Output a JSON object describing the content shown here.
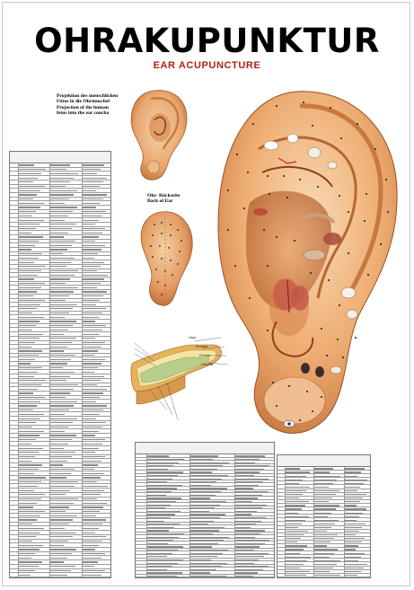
{
  "poster": {
    "title": "OHRAKUPUNKTUR",
    "subtitle": "EAR ACUPUNCTURE"
  },
  "captions": {
    "fetus": [
      "Projektion des menschlichen",
      "Fötus in die Ohrmuschel",
      "Projection of the human",
      "fetus into the ear concha"
    ],
    "back": [
      "Ohr- Rückseite",
      "Back of Ear"
    ]
  },
  "cartilage_labels": {
    "haut": "Haut",
    "knorpel": "Knorpel",
    "periost": "Periost",
    "conchae": "Concha"
  },
  "colors": {
    "title": "#000000",
    "subtitle": "#b3201a",
    "skin_light": "#f3c79c",
    "skin_mid": "#e39a5f",
    "skin_dark": "#b8622f",
    "point": "#1a1a1a"
  },
  "tables": {
    "left": {
      "rows": 98
    },
    "mid": {
      "rows": 38
    },
    "right": {
      "rows": 30
    }
  }
}
